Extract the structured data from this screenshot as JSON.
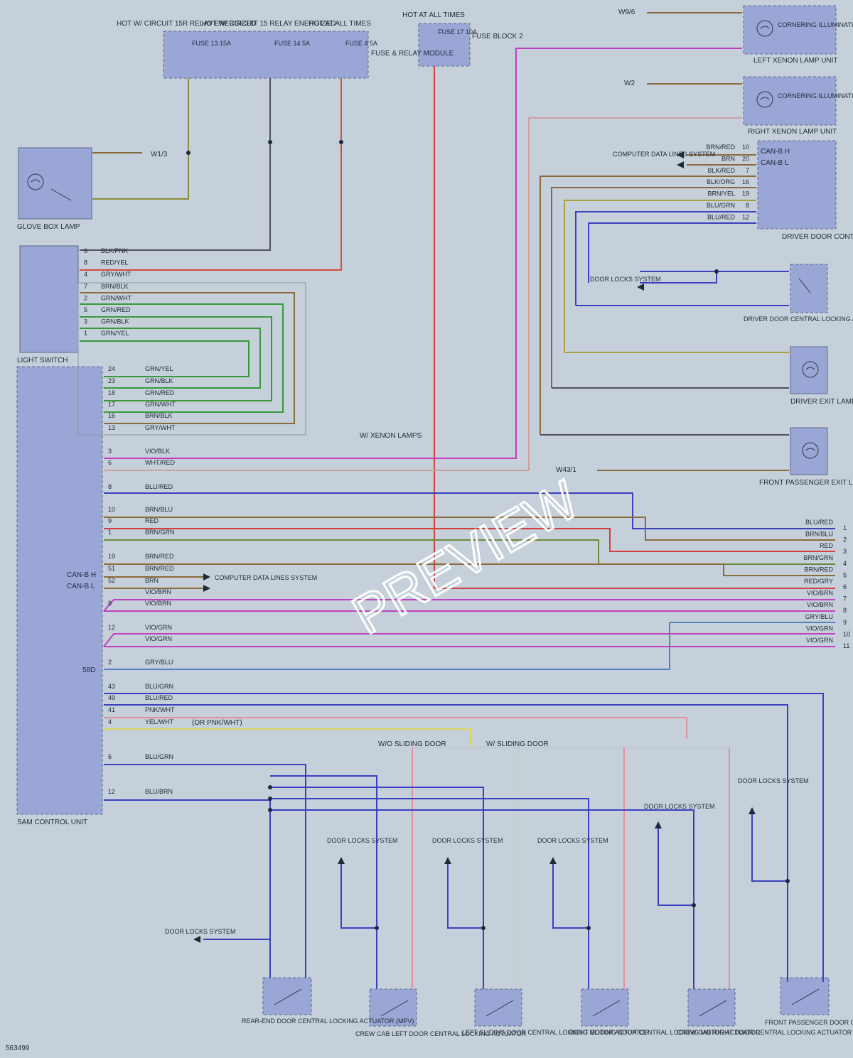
{
  "diagram_id": "563499",
  "watermark": "PREVIEW",
  "modules": {
    "fuse_relay": "FUSE & RELAY MODULE",
    "fuse_block2": "FUSE BLOCK 2",
    "glove_box_lamp": "GLOVE BOX LAMP",
    "light_switch": "LIGHT SWITCH",
    "sam": "SAM CONTROL UNIT",
    "sam_58d": "58D",
    "left_xenon": "LEFT XENON LAMP UNIT",
    "right_xenon": "RIGHT XENON LAMP UNIT",
    "cornering": "CORNERING ILLUMINATION",
    "driver_door_cu": "DRIVER DOOR CONTROL UNIT",
    "driver_door_act": "DRIVER DOOR CENTRAL LOCKING ACTUATOR",
    "driver_exit": "DRIVER EXIT LAMP",
    "fp_exit": "FRONT PASSENGER EXIT LAMP",
    "rear_end": "REAR-END DOOR CENTRAL LOCKING ACTUATOR (MPV)",
    "crew_left": "CREW CAB LEFT DOOR CENTRAL LOCKING ACTUATOR",
    "left_sliding": "LEFT SLIDING DOOR CENTRAL LOCKING MOTOR ACTUATOR",
    "right_sliding": "RIGHT SLIDING DOOR CENTRAL LOCKING MOTOR ACTUATOR",
    "crew_right": "CREW CAB RIGHT DOOR CENTRAL LOCKING ACTUATOR",
    "fp_door": "FRONT PASSENGER DOOR CENTRAL LOCKING ACTUATOR"
  },
  "supply": {
    "hot15r": "HOT W/ CIRCUIT 15R RELAY ENERGIZED",
    "hot15": "HOT W/ CIRCUIT 15 RELAY ENERGIZED",
    "hot_all": "HOT AT ALL TIMES",
    "hot_all2": "HOT AT ALL TIMES"
  },
  "fuses": [
    {
      "name": "FUSE 13 15A"
    },
    {
      "name": "FUSE 14 5A"
    },
    {
      "name": "FUSE 4 5A"
    },
    {
      "name": "FUSE 17 10A"
    }
  ],
  "notes": {
    "xenon": "W/ XENON LAMPS",
    "or_pnk": "(OR PNK/WHT)",
    "wo_sliding": "W/O SLIDING DOOR",
    "w_sliding": "W/ SLIDING DOOR",
    "computer_data": "COMPUTER DATA LINES SYSTEM",
    "door_locks": "DOOR LOCKS SYSTEM",
    "can_bh": "CAN-B H",
    "can_bl": "CAN-B L"
  },
  "grounds": [
    "W1/3",
    "W9/6",
    "W2",
    "W43/1"
  ],
  "light_switch_pins": [
    {
      "pin": "6",
      "color": "BLK/PNK"
    },
    {
      "pin": "8",
      "color": "RED/YEL"
    },
    {
      "pin": "4",
      "color": "GRY/WHT"
    },
    {
      "pin": "7",
      "color": "BRN/BLK"
    },
    {
      "pin": "2",
      "color": "GRN/WHT"
    },
    {
      "pin": "5",
      "color": "GRN/RED"
    },
    {
      "pin": "3",
      "color": "GRN/BLK"
    },
    {
      "pin": "1",
      "color": "GRN/YEL"
    }
  ],
  "sam_pins_upper": [
    {
      "pin": "24",
      "color": "GRN/YEL"
    },
    {
      "pin": "23",
      "color": "GRN/BLK"
    },
    {
      "pin": "18",
      "color": "GRN/RED"
    },
    {
      "pin": "17",
      "color": "GRN/WHT"
    },
    {
      "pin": "16",
      "color": "BRN/BLK"
    },
    {
      "pin": "13",
      "color": "GRY/WHT"
    },
    {
      "pin": "3",
      "color": "VIO/BLK"
    },
    {
      "pin": "6",
      "color": "WHT/RED"
    }
  ],
  "sam_pins_lower": [
    {
      "pin": "8",
      "color": "BLU/RED"
    },
    {
      "pin": "10",
      "color": "BRN/BLU"
    },
    {
      "pin": "9",
      "color": "RED"
    },
    {
      "pin": "1",
      "color": "BRN/GRN"
    },
    {
      "pin": "19",
      "color": "BRN/RED"
    },
    {
      "pin": "51",
      "color": "BRN/RED"
    },
    {
      "pin": "52",
      "color": "BRN"
    },
    {
      "pin": "",
      "color": "VIO/BRN"
    },
    {
      "pin": "8",
      "color": "VIO/BRN"
    },
    {
      "pin": "12",
      "color": "VIO/GRN"
    },
    {
      "pin": "",
      "color": "VIO/GRN"
    },
    {
      "pin": "2",
      "color": "GRY/BLU"
    },
    {
      "pin": "43",
      "color": "BLU/GRN"
    },
    {
      "pin": "49",
      "color": "BLU/RED"
    },
    {
      "pin": "41",
      "color": "PNK/WHT"
    },
    {
      "pin": "4",
      "color": "YEL/WHT"
    },
    {
      "pin": "6",
      "color": "BLU/GRN"
    },
    {
      "pin": "12",
      "color": "BLU/BRN"
    }
  ],
  "right_connector": [
    {
      "pin": "1",
      "color": "BLU/RED"
    },
    {
      "pin": "2",
      "color": "BRN/BLU"
    },
    {
      "pin": "3",
      "color": "RED"
    },
    {
      "pin": "4",
      "color": "BRN/GRN"
    },
    {
      "pin": "5",
      "color": "BRN/RED"
    },
    {
      "pin": "6",
      "color": "RED/GRY"
    },
    {
      "pin": "7",
      "color": "VIO/BRN"
    },
    {
      "pin": "8",
      "color": "VIO/BRN"
    },
    {
      "pin": "9",
      "color": "GRY/BLU"
    },
    {
      "pin": "10",
      "color": "VIO/GRN"
    },
    {
      "pin": "11",
      "color": "VIO/GRN"
    }
  ],
  "driver_door_pins": [
    {
      "pin": "10",
      "color": "BRN/RED"
    },
    {
      "pin": "20",
      "color": "BRN"
    },
    {
      "pin": "7",
      "color": "BLK/RED"
    },
    {
      "pin": "16",
      "color": "BLK/ORG"
    },
    {
      "pin": "19",
      "color": "BRN/YEL"
    },
    {
      "pin": "8",
      "color": "BLU/GRN"
    },
    {
      "pin": "12",
      "color": "BLU/RED"
    }
  ]
}
